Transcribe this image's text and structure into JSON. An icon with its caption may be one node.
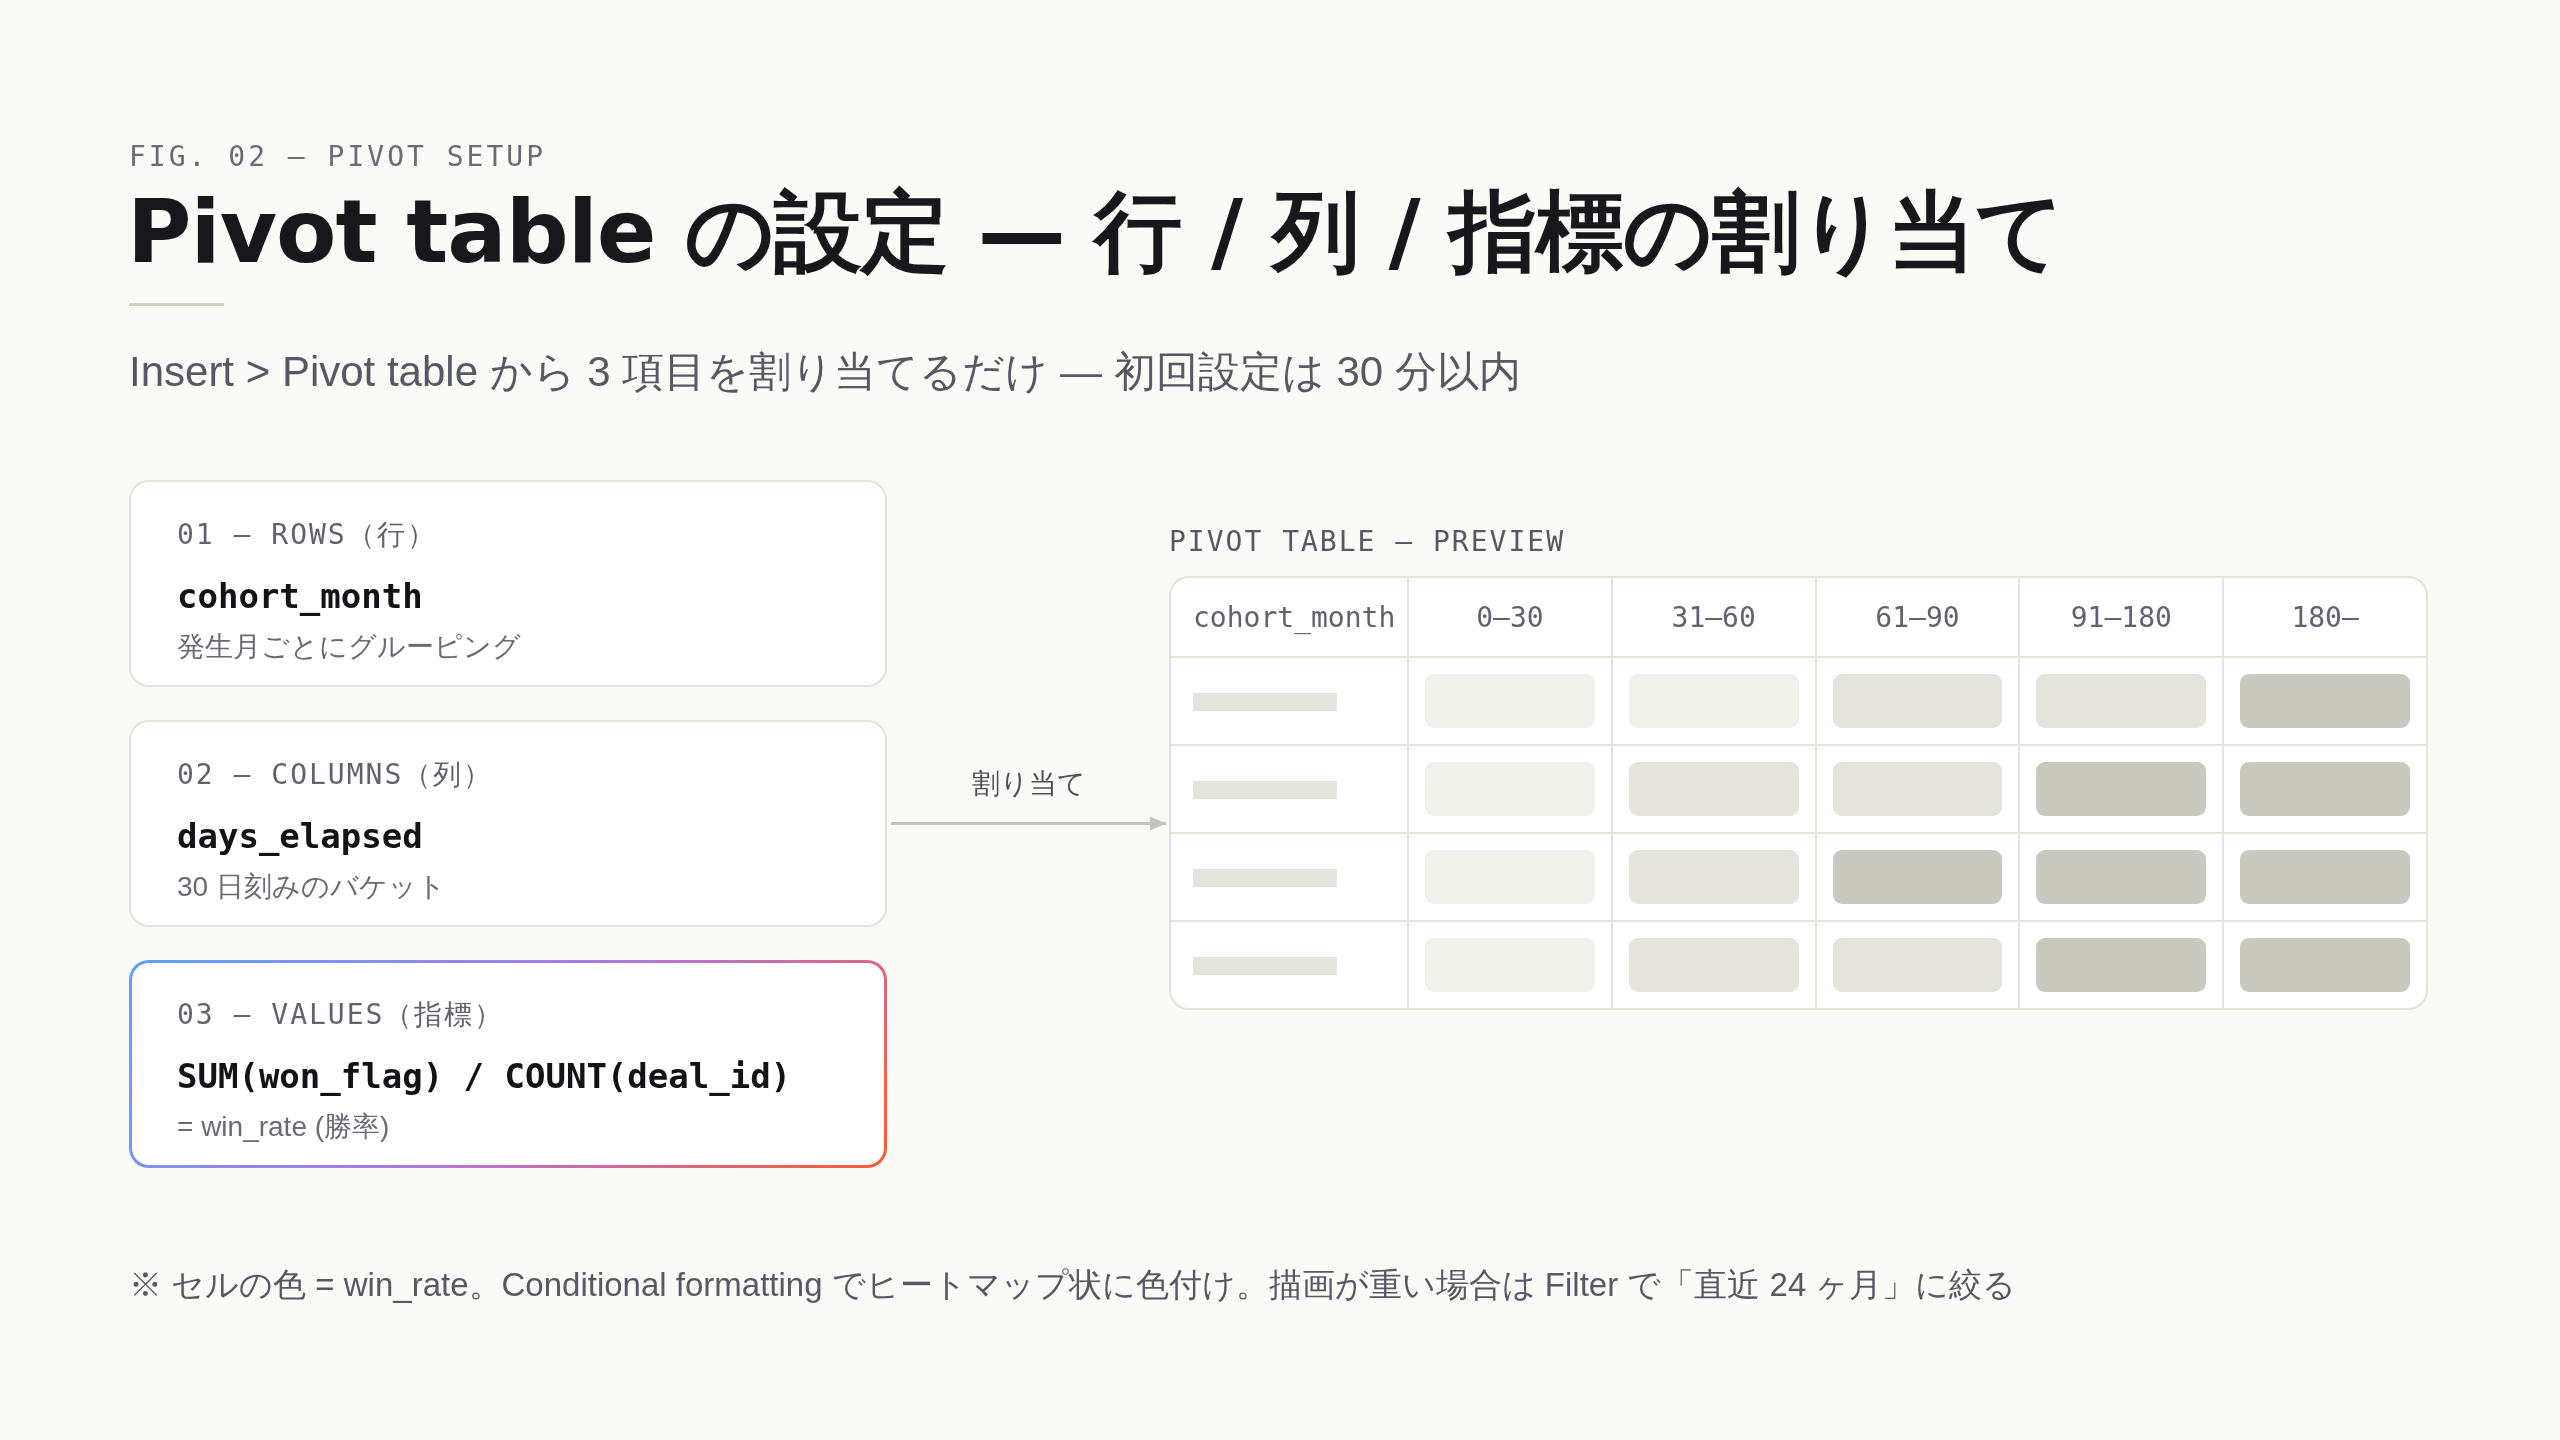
{
  "diagram": {
    "title": "Pivot table の設定 — 行 / 列 / 指標の割り当て",
    "nodes": [
      {
        "text": [
          "01 — ROWS（行）",
          "cohort_month",
          "発生月ごとにグルーピング"
        ]
      },
      {
        "text": [
          "02 — COLUMNS（列）",
          "days_elapsed",
          "30 日刻みのバケット"
        ]
      },
      {
        "text": [
          "03 — VALUES（指標）",
          "SUM(won_flag) / COUNT(deal_id)",
          "= win_rate (勝率)"
        ]
      },
      {
        "text": [
          "PIVOT TABLE — PREVIEW"
        ]
      }
    ],
    "edges": [
      {
        "from": 1,
        "to": 3,
        "arrow": "to",
        "label": "割り当て"
      }
    ],
    "labels": [
      "FIG. 02 — PIVOT SETUP",
      "Insert > Pivot table から 3 項目を割り当てるだけ — 初回設定は 30 分以内",
      "cohort_month",
      "0–30",
      "31–60",
      "61–90",
      "91–180",
      "180–",
      "※ セルの色 = win_rate。Conditional formatting でヒートマップ状に色付け。描画が重い場合は Filter で「直近 24 ヶ月」に絞る"
    ]
  }
}
